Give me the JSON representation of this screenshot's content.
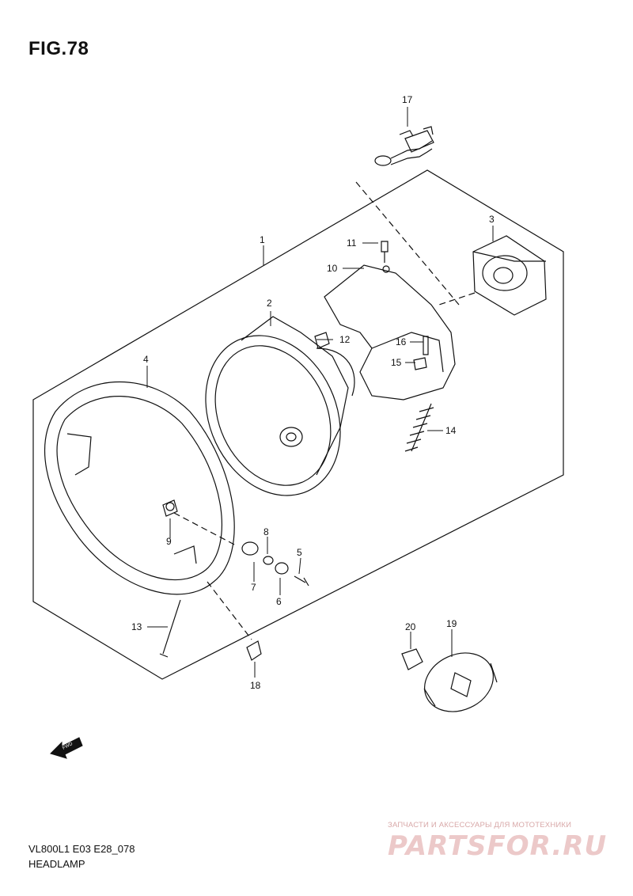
{
  "figure": {
    "title": "FIG.78"
  },
  "callouts": [
    {
      "id": "1",
      "label": "1"
    },
    {
      "id": "2",
      "label": "2"
    },
    {
      "id": "3",
      "label": "3"
    },
    {
      "id": "4",
      "label": "4"
    },
    {
      "id": "5",
      "label": "5"
    },
    {
      "id": "6",
      "label": "6"
    },
    {
      "id": "7",
      "label": "7"
    },
    {
      "id": "8",
      "label": "8"
    },
    {
      "id": "9",
      "label": "9"
    },
    {
      "id": "10",
      "label": "10"
    },
    {
      "id": "11",
      "label": "11"
    },
    {
      "id": "12",
      "label": "12"
    },
    {
      "id": "13",
      "label": "13"
    },
    {
      "id": "14",
      "label": "14"
    },
    {
      "id": "15",
      "label": "15"
    },
    {
      "id": "16",
      "label": "16"
    },
    {
      "id": "17",
      "label": "17"
    },
    {
      "id": "18",
      "label": "18"
    },
    {
      "id": "19",
      "label": "19"
    },
    {
      "id": "20",
      "label": "20"
    }
  ],
  "direction_badge": "FWD",
  "footer": {
    "code": "VL800L1 E03 E28_078",
    "name": "HEADLAMP"
  },
  "watermark": {
    "tagline": "ЗАПЧАСТИ И АКСЕССУАРЫ ДЛЯ МОТОТЕХНИКИ",
    "brand": "PARTSFOR.RU"
  }
}
